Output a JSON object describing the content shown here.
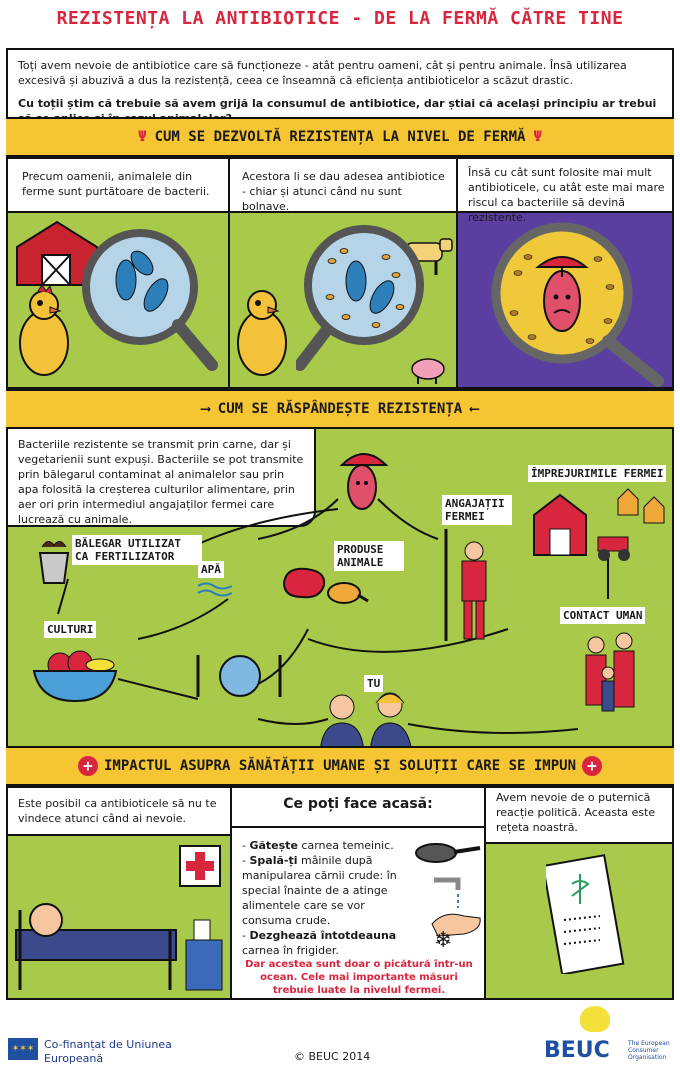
{
  "title": "REZISTENȚA LA ANTIBIOTICE - DE LA FERMĂ CĂTRE TINE",
  "intro": {
    "p1": "Toți avem nevoie de antibiotice care să funcționeze - atât pentru oameni, cât și pentru animale. Însă utilizarea excesivă și abuzivă a dus la rezistență, ceea ce înseamnă că eficiența antibioticelor a scăzut drastic.",
    "p2": "Cu toții știm că trebuie să avem grijă la consumul de antibiotice, dar știai că același principiu ar trebui să se aplice și în cazul animalelor?"
  },
  "section1": {
    "header": "CUM SE DEZVOLTĂ REZISTENȚA LA NIVEL DE FERMĂ",
    "panels": [
      "Precum oamenii, animalele din ferme sunt purtătoare de bacterii.",
      "Acestora li se dau adesea antibiotice - chiar și atunci când nu sunt bolnave.",
      "Însă cu cât sunt folosite mai mult antibioticele, cu atât este mai mare riscul ca bacteriile să devină rezistente."
    ]
  },
  "section2": {
    "header": "CUM SE RĂSPÂNDEȘTE REZISTENȚA",
    "intro": "Bacteriile rezistente se transmit prin carne, dar și vegetarienii sunt expuși. Bacteriile se pot transmite prin bălegarul contaminat al animalelor sau prin apa folosită la creșterea culturilor alimentare, prin aer ori prin intermediul angajaților fermei care lucrează cu animale.",
    "labels": {
      "manure": "BĂLEGAR UTILIZAT CA FERTILIZATOR",
      "water": "APĂ",
      "crops": "CULTURI",
      "products": "PRODUSE ANIMALE",
      "workers": "ANGAJAȚII FERMEI",
      "surroundings": "ÎMPREJURIMILE FERMEI",
      "contact": "CONTACT UMAN",
      "you": "TU"
    }
  },
  "section3": {
    "header": "IMPACTUL ASUPRA SĂNĂTĂȚII UMANE ȘI SOLUȚII CARE SE IMPUN",
    "col1": "Este posibil ca antibioticele să nu te vindece atunci când ai nevoie.",
    "col2_title": "Ce poți face acasă:",
    "tips": [
      {
        "bold": "Gătește",
        "rest": " carnea temeinic."
      },
      {
        "bold": "Spală-ți",
        "rest": " mâinile după manipularea cărnii crude: în special înainte de a atinge alimentele care se vor consuma crude."
      },
      {
        "bold": "Dezghează întotdeauna",
        "rest": " carnea în frigider."
      }
    ],
    "warning": "Dar acestea sunt doar o picătură într-un ocean. Cele mai importante măsuri trebuie luate la nivelul fermei.",
    "col3": "Avem nevoie de o puternică reacție politică. Aceasta este rețeta noastră."
  },
  "footer": {
    "eu": "Co-finanțat de Uniunea Europeană",
    "copyright": "© BEUC 2014",
    "brand": "BEUC",
    "brand_sub": "The European Consumer Organisation"
  },
  "colors": {
    "accent_red": "#d7263d",
    "band_yellow": "#f6c533",
    "grass_green": "#a8c94a",
    "purple": "#5b3fa0",
    "beuc_blue": "#1f4fa0"
  }
}
